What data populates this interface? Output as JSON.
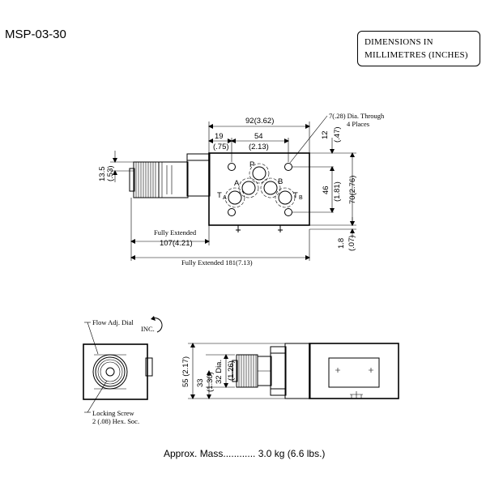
{
  "title": "MSP-03-30",
  "units_note": {
    "line1": "DIMENSIONS IN",
    "line2": "MILLIMETRES (INCHES)"
  },
  "top_view": {
    "overall_width": "92(3.62)",
    "hole_note_line1": "7(.28) Dia. Through",
    "hole_note_line2": "4 Places",
    "edge_offset_mm": "19",
    "edge_offset_in": "(.75)",
    "hole_spacing_mm": "54",
    "hole_spacing_in": "(2.13)",
    "top_offset_mm": "12",
    "top_offset_in": "(.47)",
    "knob_height_mm": "13.5",
    "knob_height_in": "(.53)",
    "hole_vertical_mm": "46",
    "hole_vertical_in": "(1.81)",
    "body_height": "70(2.76)",
    "bottom_offset_mm": "1.8",
    "bottom_offset_in": "(.07)",
    "fully_extended_label": "Fully Extended",
    "fully_extended_value": "107(4.21)",
    "fully_extended_total": "Fully Extended 181(7.13)",
    "port_p": "P",
    "port_a": "A",
    "port_b": "B",
    "port_ta": "T",
    "port_ta_sub": "A",
    "port_tb": "T",
    "port_tb_sub": "B"
  },
  "front_view": {
    "dial_label": "Flow Adj. Dial",
    "inc_label": "INC.",
    "screw_label_line1": "Locking Screw",
    "screw_label_line2": "2 (.08) Hex. Soc."
  },
  "side_view": {
    "height_label": "55 (2.17)",
    "inner_mm": "33",
    "inner_in": "(1.30)",
    "dia_label": "32 Dia.",
    "dia_in": "(1.26)"
  },
  "mass_note": "Approx. Mass............ 3.0 kg (6.6 lbs.)"
}
